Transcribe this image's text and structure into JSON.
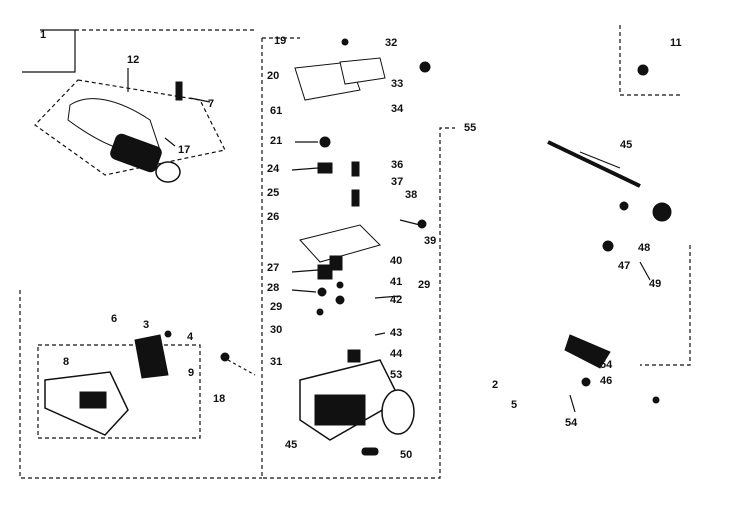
{
  "diagram": {
    "ink_color": "#111111",
    "background_color": "#ffffff",
    "labels": {
      "l1": "1",
      "l2": "2",
      "l3": "3",
      "l4": "4",
      "l5": "5",
      "l6": "6",
      "l7": "7",
      "l8": "8",
      "l9": "9",
      "l11": "11",
      "l12": "12",
      "l17": "17",
      "l18": "18",
      "l19": "19",
      "l20": "20",
      "l21": "21",
      "l24": "24",
      "l25": "25",
      "l26": "26",
      "l27": "27",
      "l28": "28",
      "l29a": "29",
      "l29b": "29",
      "l30": "30",
      "l31": "31",
      "l32": "32",
      "l33": "33",
      "l34": "34",
      "l36": "36",
      "l37": "37",
      "l38": "38",
      "l39": "39",
      "l40": "40",
      "l41": "41",
      "l42": "42",
      "l43": "43",
      "l44": "44",
      "l45": "45",
      "l46": "46",
      "l47": "47",
      "l48": "48",
      "l49": "49",
      "l50": "50",
      "l53": "53",
      "l54a": "54",
      "l54b": "54",
      "l55": "55",
      "l61": "61"
    }
  }
}
